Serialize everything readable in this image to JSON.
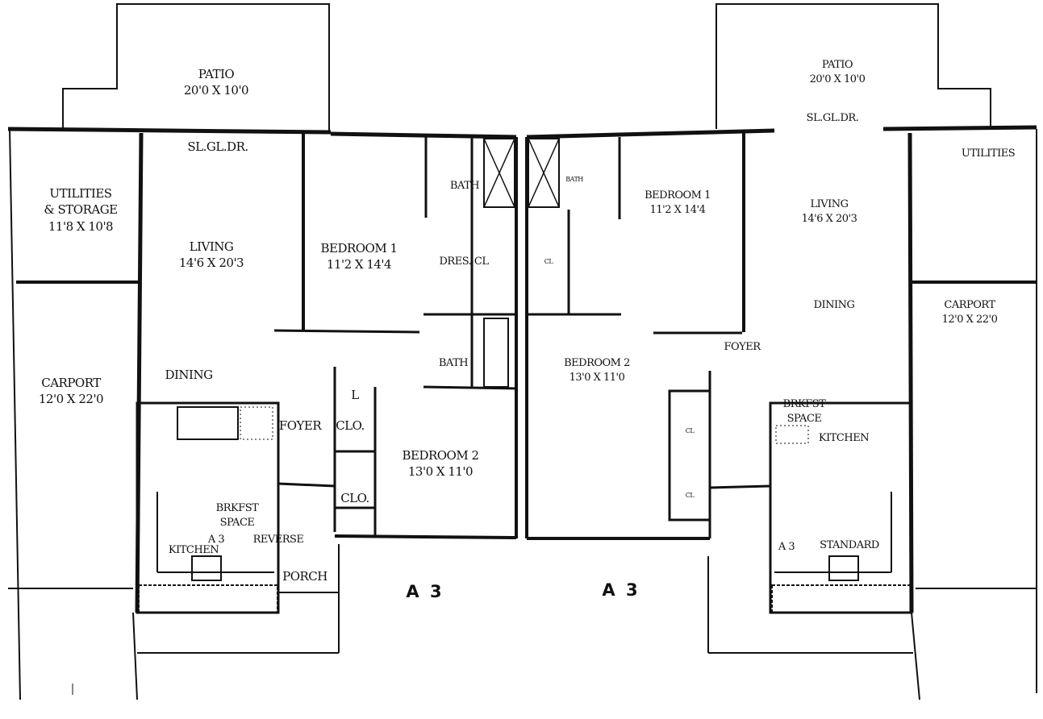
{
  "left_unit": {
    "variant": "REVERSE",
    "unit_code": "A 3",
    "plan_label": "A 3",
    "patio": {
      "name": "PATIO",
      "size": "20'0 X 10'0"
    },
    "sliding_door": "SL.GL.DR.",
    "utilities": {
      "name": "UTILITIES",
      "name2": "& STORAGE",
      "size": "11'8 X 10'8"
    },
    "living": {
      "name": "LIVING",
      "size": "14'6 X 20'3"
    },
    "bedroom1": {
      "name": "BEDROOM 1",
      "size": "11'2 X 14'4"
    },
    "bath1": "BATH",
    "dres_cl": "DRES. CL",
    "bath2": "BATH",
    "dining": "DINING",
    "carport": {
      "name": "CARPORT",
      "size": "12'0 X 22'0"
    },
    "foyer": "FOYER",
    "clo1": "CLO.",
    "clo2": "CLO.",
    "linen": "L",
    "bedroom2": {
      "name": "BEDROOM 2",
      "size": "13'0 X 11'0"
    },
    "brkfst": "BRKFST",
    "space": "SPACE",
    "kitchen": "KITCHEN",
    "porch": "PORCH"
  },
  "right_unit": {
    "variant": "STANDARD",
    "unit_code": "A 3",
    "plan_label": "A 3",
    "patio": {
      "name": "PATIO",
      "size": "20'0 X 10'0"
    },
    "sliding_door": "SL.GL.DR.",
    "utilities": "UTILITIES",
    "living": {
      "name": "LIVING",
      "size": "14'6 X 20'3"
    },
    "bedroom1": {
      "name": "BEDROOM 1",
      "size": "11'2 X 14'4"
    },
    "bath": "BATH",
    "cl": "CL",
    "dining": "DINING",
    "carport": {
      "name": "CARPORT",
      "size": "12'0 X 22'0"
    },
    "foyer": "FOYER",
    "bedroom2": {
      "name": "BEDROOM 2",
      "size": "13'0 X 11'0"
    },
    "cl2": "CL",
    "cl3": "CL",
    "brkfst": "BRKFST",
    "space": "SPACE",
    "kitchen": "KITCHEN"
  }
}
